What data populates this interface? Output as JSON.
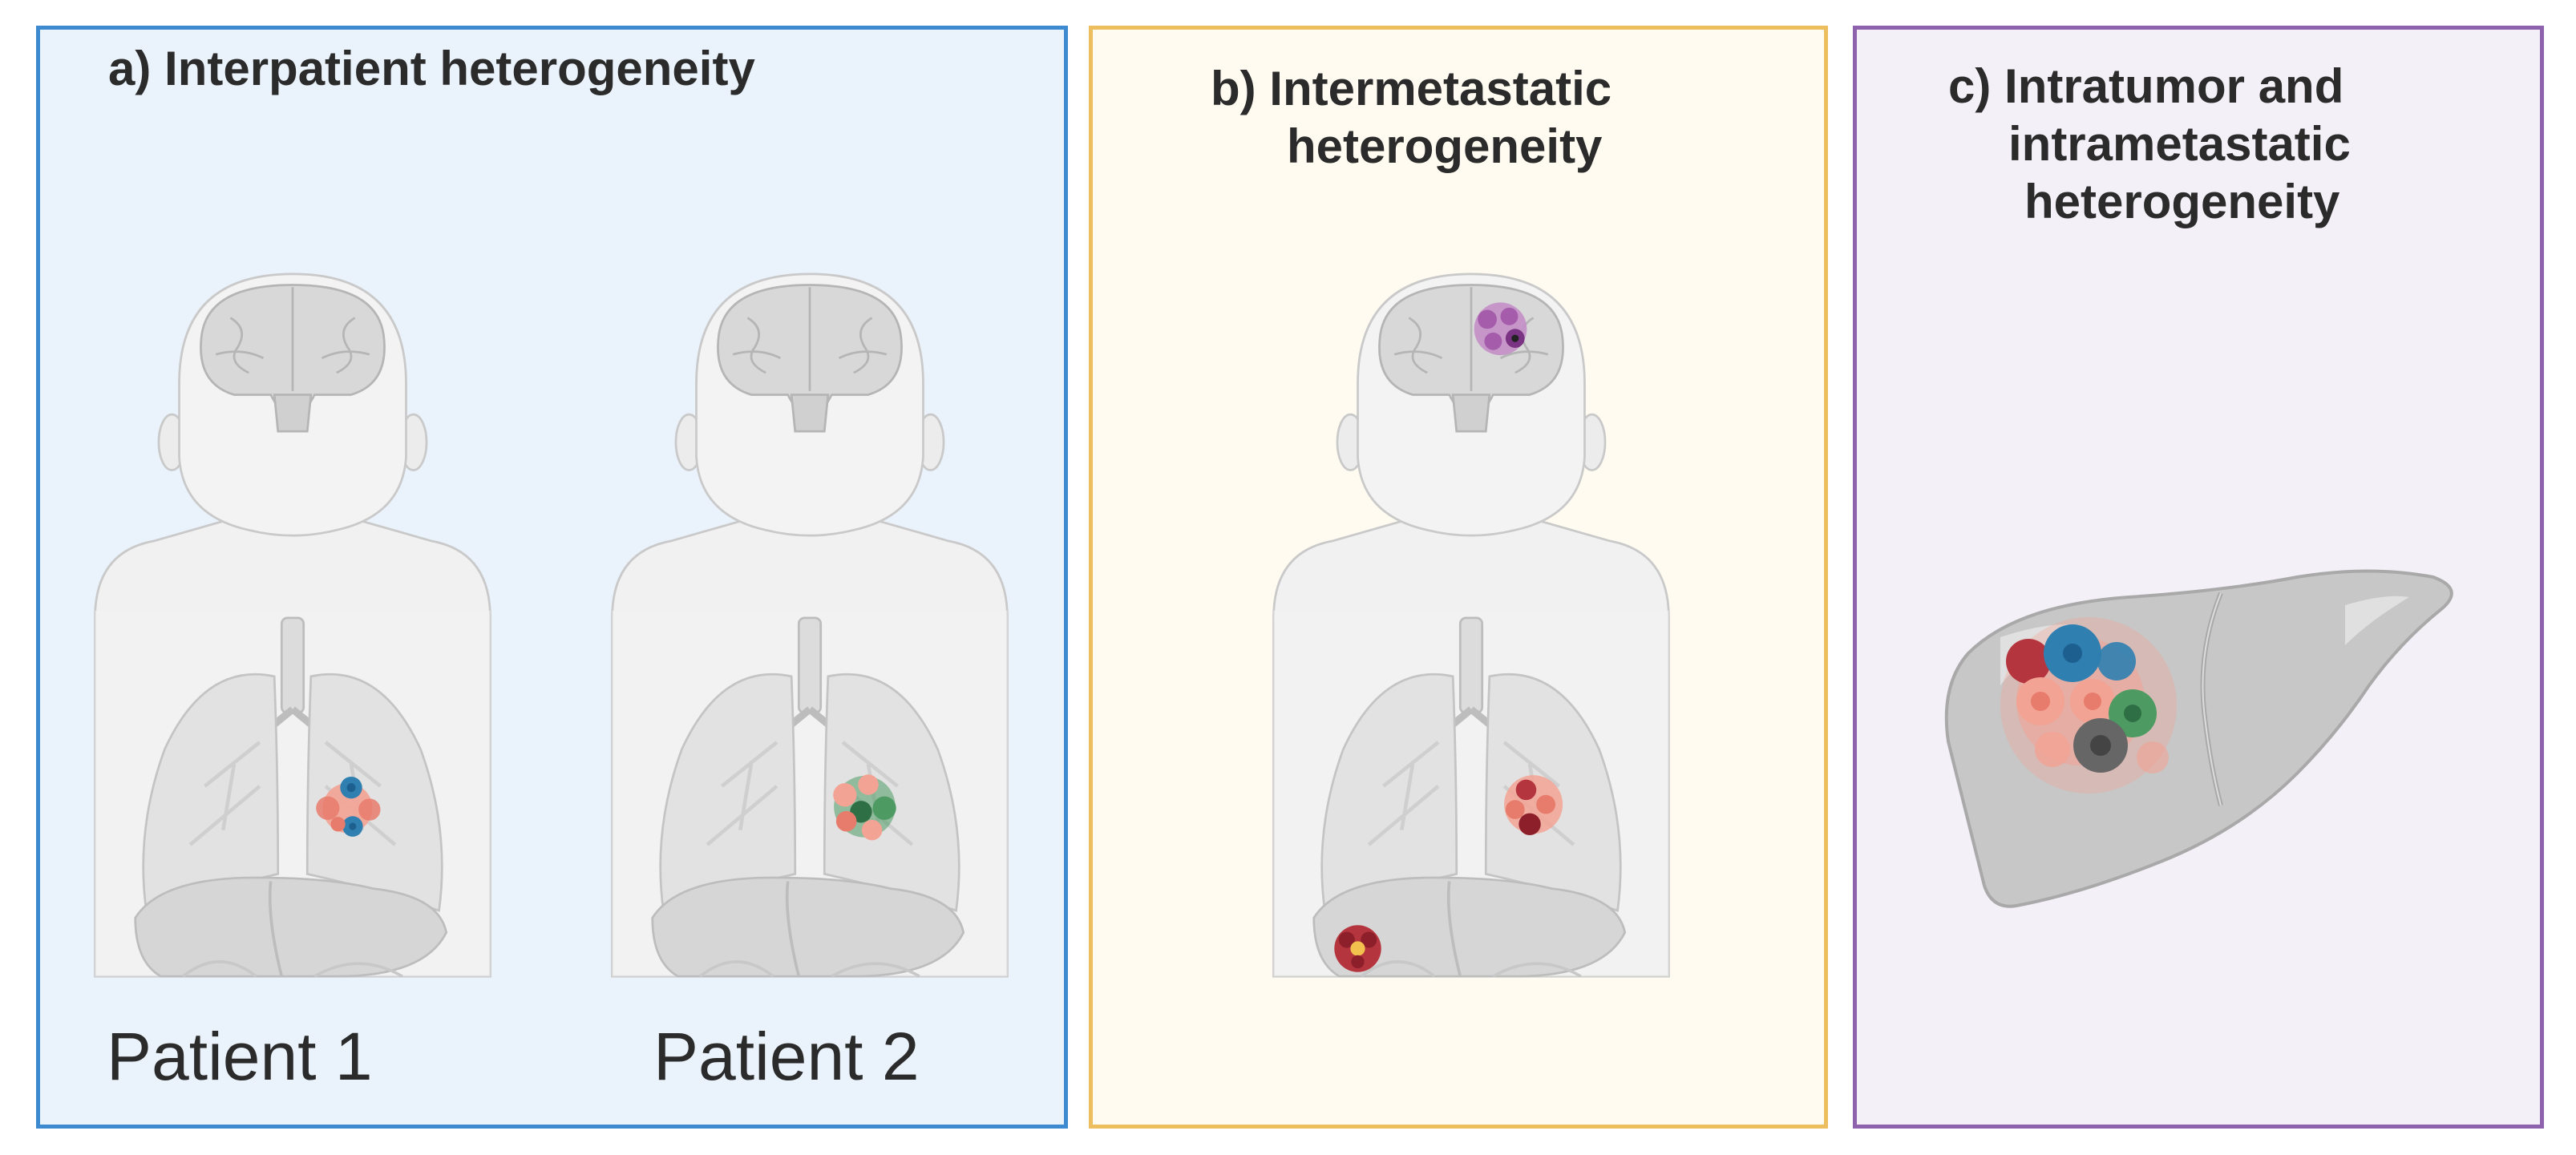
{
  "panels": {
    "a": {
      "title": "a) Interpatient heterogeneity",
      "patient1_label": "Patient 1",
      "patient2_label": "Patient 2",
      "patient1_tumor_colors": [
        "#f2a394",
        "#e77b6c",
        "#2f7fb0",
        "#1d5f8f"
      ],
      "patient2_tumor_colors": [
        "#f2a394",
        "#e77b6c",
        "#4d9a62",
        "#2f6f45"
      ]
    },
    "b": {
      "title_line1": "b) Intermetastatic",
      "title_line2": "heterogeneity",
      "brain_tumor_colors": [
        "#c48fc8",
        "#a45cab",
        "#7a3483"
      ],
      "lung_tumor_colors": [
        "#f2a394",
        "#e77b6c",
        "#b5353e",
        "#8c1f2a"
      ],
      "liver_tumor_colors": [
        "#b5353e",
        "#8c1f2a",
        "#f2c14e"
      ]
    },
    "c": {
      "title_line1": "c) Intratumor and",
      "title_line2": "intrametastatic",
      "title_line3": "heterogeneity",
      "liver_tumor_colors": [
        "#f2a394",
        "#e77b6c",
        "#2f7fb0",
        "#4d9a62",
        "#b5353e",
        "#666666"
      ]
    }
  },
  "colors": {
    "panel_a_border": "#3e8ad0",
    "panel_b_border": "#edbe5d",
    "panel_c_border": "#8e62ad",
    "body_fill": "#f1f1f1",
    "organ_fill": "#d6d6d6",
    "organ_stroke": "#b9b9b9"
  }
}
